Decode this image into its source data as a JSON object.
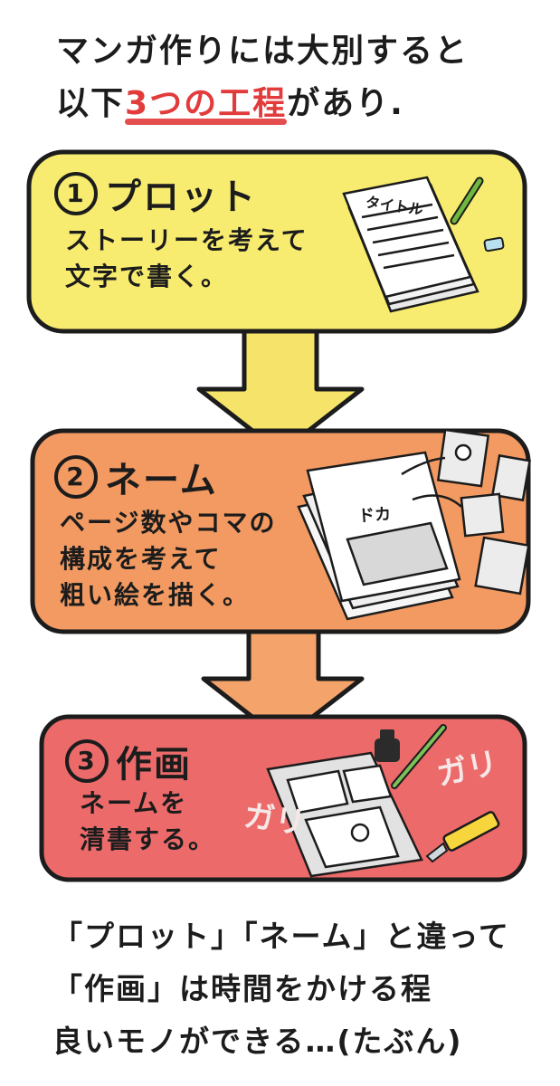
{
  "intro": {
    "line1": "マンガ作りには大別すると",
    "line2_prefix": "以下",
    "line2_highlight": "3つの工程",
    "line2_suffix": "があり."
  },
  "stages": [
    {
      "number": "1",
      "title": "プロット",
      "description": "ストーリーを考えて\n文字で書く。",
      "color": "#f7ec6f",
      "illustration_label": "タイトル"
    },
    {
      "number": "2",
      "title": "ネーム",
      "description": "ページ数やコマの\n構成を考えて\n粗い絵を描く。",
      "color": "#f29a62",
      "illustration_label": "ドカ"
    },
    {
      "number": "3",
      "title": "作画",
      "description": "ネームを\n清書する。",
      "color": "#ec6a6a",
      "sfx_1": "ガリ",
      "sfx_2": "ガリ"
    }
  ],
  "outro": {
    "line1": "「プロット」「ネーム」と違って",
    "line2": "「作画」は時間をかける程",
    "line3": "良いモノができる…(たぶん)"
  },
  "colors": {
    "ink": "#1c1c1c",
    "accent_red": "#e23b3b",
    "arrow_yellow": "#f6e46a",
    "arrow_orange": "#f4a36b"
  }
}
